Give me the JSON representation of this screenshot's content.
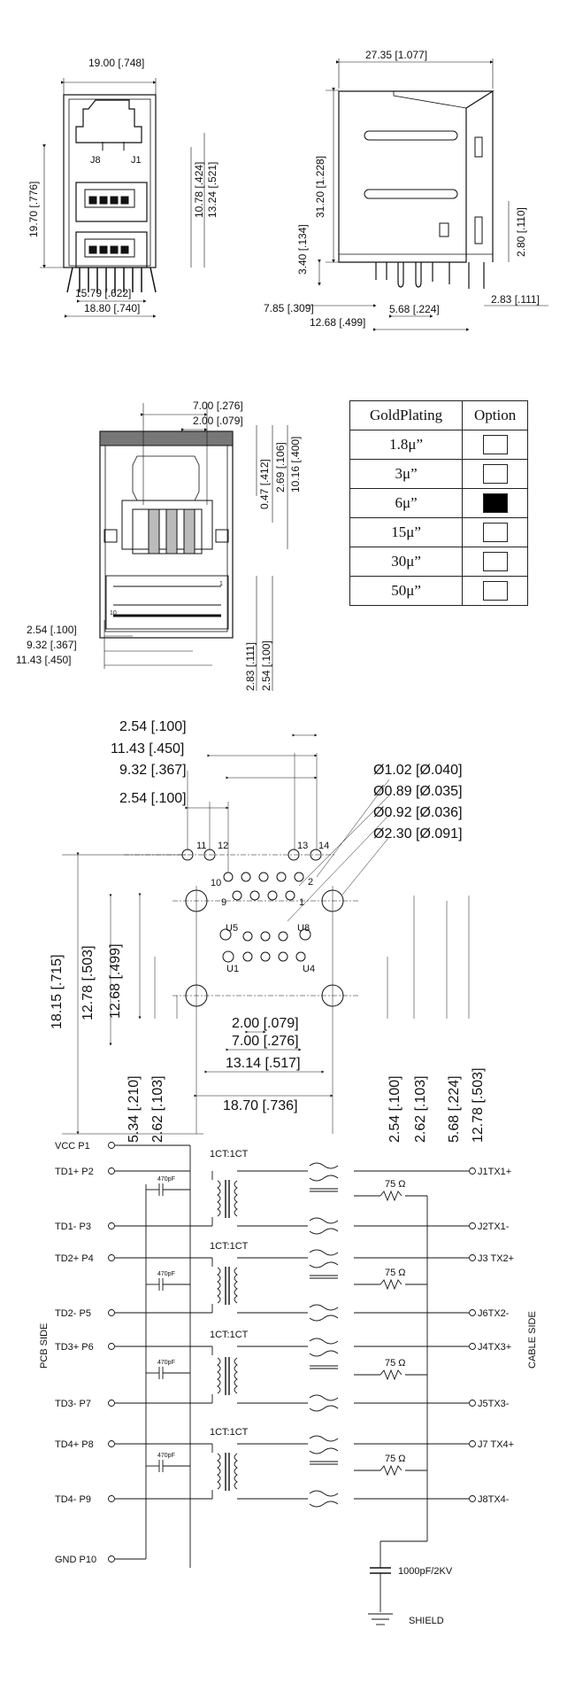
{
  "front_view": {
    "width_top": "19.00 [.748]",
    "height_left": "19.70 [.776]",
    "h1": "10.78 [.424]",
    "h2": "13.24 [.521]",
    "w_inner": "15.79 [.622]",
    "w_bottom": "18.80 [.740]",
    "label_j8": "J8",
    "label_j1": "J1"
  },
  "side_view": {
    "width_top": "27.35 [1.077]",
    "height": "31.20 [1.228]",
    "h_low": "3.40 [.134]",
    "h_right": "2.80 [.110]",
    "w1": "7.85 [.309]",
    "w2": "5.68 [.224]",
    "w3": "12.68 [.499]",
    "w4": "2.83 [.111]"
  },
  "bottom_view": {
    "w_top1": "7.00 [.276]",
    "w_top2": "2.00 [.079]",
    "r1": "0.47 [.412]",
    "r2": "2.69 [.106]",
    "r3": "10.16 [.400]",
    "l1": "2.54 [.100]",
    "l2": "9.32 [.367]",
    "l3": "11.43 [.450]",
    "b1": "2.83 [.111]",
    "b2": "2.54 [.100]",
    "pin_1": "1",
    "pin_10": "10"
  },
  "plating_table": {
    "header_plating": "GoldPlating",
    "header_option": "Option",
    "rows": [
      {
        "label": "1.8μ”",
        "selected": false
      },
      {
        "label": "3μ”",
        "selected": false
      },
      {
        "label": "6μ”",
        "selected": true
      },
      {
        "label": "15μ”",
        "selected": false
      },
      {
        "label": "30μ”",
        "selected": false
      },
      {
        "label": "50μ”",
        "selected": false
      }
    ]
  },
  "pcb_layout": {
    "top1": "2.54 [.100]",
    "top2": "11.43 [.450]",
    "top3": "9.32 [.367]",
    "top4": "2.54 [.100]",
    "d1": "Ø1.02 [Ø.040]",
    "d2": "Ø0.89 [Ø.035]",
    "d3": "Ø0.92 [Ø.036]",
    "d4": "Ø2.30 [Ø.091]",
    "left1": "18.15 [.715]",
    "left2": "12.78 [.503]",
    "left3": "12.68 [.499]",
    "left4": "5.34 [.210]",
    "left5": "2.62 [.103]",
    "right1": "2.54 [.100]",
    "right2": "2.62 [.103]",
    "right3": "5.68 [.224]",
    "right4": "12.78 [.503]",
    "bot1": "2.00 [.079]",
    "bot2": "7.00 [.276]",
    "bot3": "13.14 [.517]",
    "bot4": "18.70 [.736]",
    "pins": {
      "p11": "11",
      "p12": "12",
      "p13": "13",
      "p14": "14",
      "p10": "10",
      "p2": "2",
      "p9": "9",
      "p1": "1",
      "u5": "U5",
      "u8": "U8",
      "u1": "U1",
      "u4": "U4"
    }
  },
  "schematic": {
    "left_pins": [
      "VCC  P1",
      "TD1+ P2",
      "TD1-  P3",
      "TD2+ P4",
      "TD2-  P5",
      "TD3+ P6",
      "TD3-  P7",
      "TD4+ P8",
      "TD4-  P9",
      "GND P10"
    ],
    "right_pins": [
      "J1TX1+",
      "J2TX1-",
      "J3 TX2+",
      "J6TX2-",
      "J4TX3+",
      "J5TX3-",
      "J7 TX4+",
      "J8TX4-"
    ],
    "ratio": "1CT:1CT",
    "cap": "470pF",
    "resistor": "75 Ω",
    "shield_cap": "1000pF/2KV",
    "shield": "SHIELD",
    "pcb_side": "PCB SIDE",
    "cable_side": "CABLE SIDE"
  }
}
